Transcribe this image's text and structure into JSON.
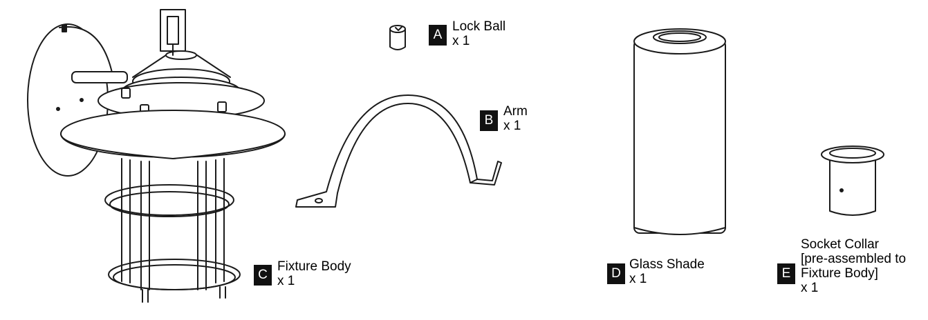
{
  "parts": [
    {
      "letter": "A",
      "name": "Lock Ball",
      "qty": "x 1"
    },
    {
      "letter": "B",
      "name": "Arm",
      "qty": "x 1"
    },
    {
      "letter": "C",
      "name": "Fixture Body",
      "qty": "x 1"
    },
    {
      "letter": "D",
      "name": "Glass Shade",
      "qty": "x  1"
    },
    {
      "letter": "E",
      "name_lines": [
        "Socket Collar",
        "[pre-assembled to",
        "Fixture Body]"
      ],
      "qty": "x  1"
    }
  ],
  "colors": {
    "line": "#1a1a1a",
    "badge": "#111111",
    "background": "#ffffff"
  }
}
